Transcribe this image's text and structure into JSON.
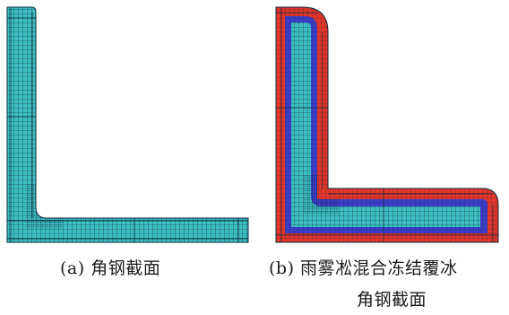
{
  "captions": {
    "a": "(a) 角钢截面",
    "b_line1": "(b) 雨雾凇混合冻结覆冰",
    "b_line2": "角钢截面"
  },
  "colors": {
    "steel": "#3dbec3",
    "soft_rime": "#3b3cc8",
    "hard_ice": "#e8352a",
    "mesh_line": "#0c2a3a"
  }
}
